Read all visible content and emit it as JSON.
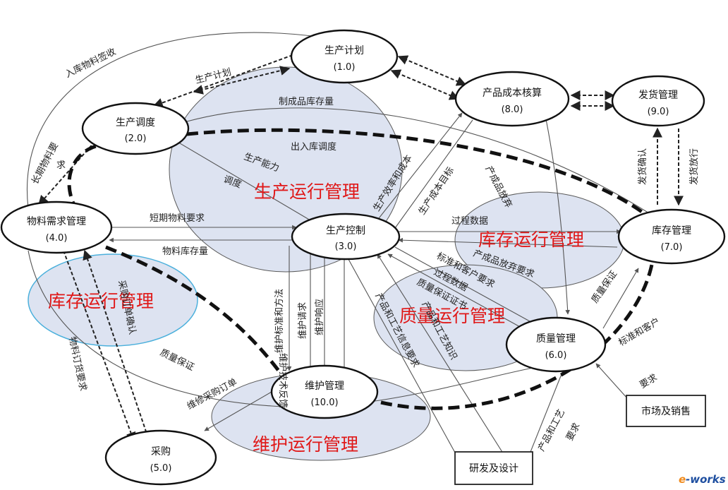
{
  "nodes": {
    "plan": {
      "name": "生产计划",
      "num": "(1.0)"
    },
    "schedule": {
      "name": "生产调度",
      "num": "(2.0)"
    },
    "control": {
      "name": "生产控制",
      "num": "(3.0)"
    },
    "material": {
      "name": "物料需求管理",
      "num": "(4.0)"
    },
    "purchase": {
      "name": "采购",
      "num": "(5.0)"
    },
    "quality": {
      "name": "质量管理",
      "num": "(6.0)"
    },
    "inventory": {
      "name": "库存管理",
      "num": "(7.0)"
    },
    "cost": {
      "name": "产品成本核算",
      "num": "(8.0)"
    },
    "shipping": {
      "name": "发货管理",
      "num": "(9.0)"
    },
    "maintenance": {
      "name": "维护管理",
      "num": "(10.0)"
    }
  },
  "boxes": {
    "market": "市场及销售",
    "rnd": "研发及设计"
  },
  "regions": {
    "production": "生产运行管理",
    "inventory_right": "库存运行管理",
    "inventory_left": "库存运行管理",
    "quality": "质量运行管理",
    "maintenance": "维护运行管理"
  },
  "labels": {
    "inbound_receipt": "入库物料签收",
    "production_plan": "生产计划",
    "finished_inventory": "制成品库存量",
    "inout_schedule": "出入库调度",
    "long_term_req_1": "长期物料要",
    "long_term_req_2": "求",
    "capacity": "生产能力",
    "dispatch": "调度",
    "efficiency": "生产效率和成本",
    "cost_target": "生产成本目标",
    "finished_discard": "产成品放弃",
    "ship_confirm": "发货确认",
    "ship_release": "发货放行",
    "short_term_req": "短期物料要求",
    "material_inventory": "物料库存量",
    "process_data": "过程数据",
    "discard_req": "产成品放弃要求",
    "std_customer_req": "标准和客户要求",
    "process_data_2": "过程数据",
    "quality_cert": "质量保证证书",
    "quality_assure_right": "质量保证",
    "maint_std": "维护标准和方法",
    "maint_request": "维护请求",
    "maint_response": "维护响应",
    "maint_feedback": "维护技术反馈",
    "craft_knowledge": "产品和工艺知识",
    "craft_info_req": "产品和工艺信息要求",
    "order_confirm": "采购订单确认",
    "order_req": "物料订货要求",
    "quality_assure_left": "质量保证",
    "maint_order": "维修采购订单",
    "std_customer_req_right_1": "标准和客户",
    "std_customer_req_right_2": "要求",
    "craft_req_1": "产品和工艺",
    "craft_req_2": "要求"
  },
  "logo": {
    "e": "e",
    "rest": "-works"
  },
  "colors": {
    "region_fill": "#dde3f1",
    "region_text": "#e01818",
    "logo_orange": "#f08a1c",
    "logo_blue": "#1f4fa0"
  }
}
